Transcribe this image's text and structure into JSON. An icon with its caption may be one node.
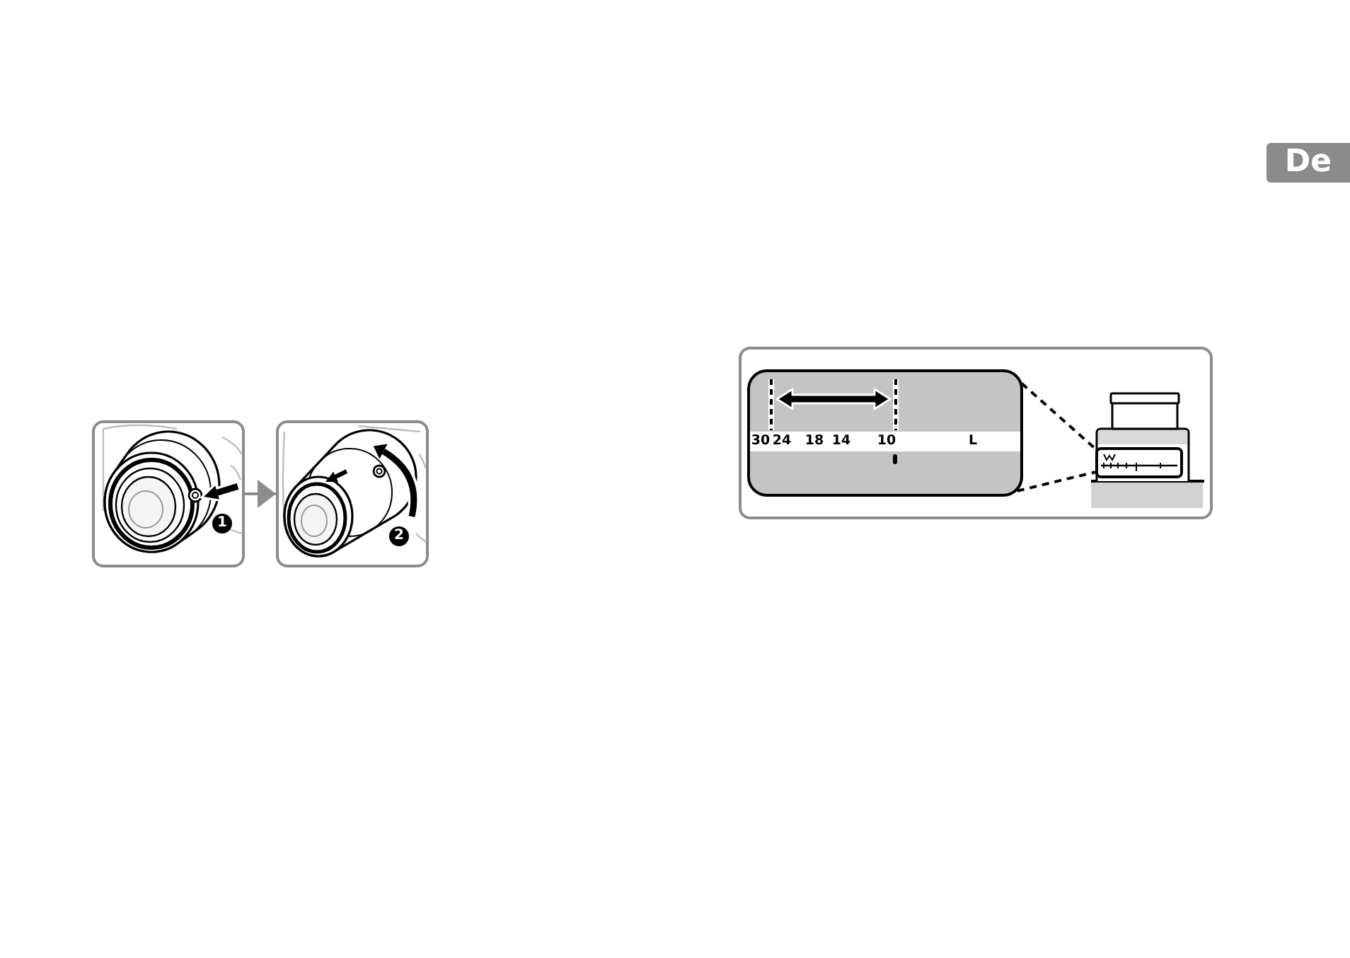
{
  "diagram": {
    "nodes": [
      {
        "text": [
          "De"
        ]
      },
      {
        "text": [],
        "shape": "picture"
      },
      {
        "text": [],
        "shape": "picture"
      },
      {
        "text": [],
        "shape": "box"
      },
      {
        "text": [
          "30",
          "24",
          "18",
          "14",
          "10",
          "L"
        ],
        "in": 3
      },
      {
        "text": [],
        "shape": "picture",
        "in": 3
      },
      {
        "text": [],
        "shape": "box",
        "in": 5
      }
    ],
    "edges": [
      {
        "from": 1,
        "to": 2,
        "arrow": "to",
        "color": "#8c8c8c"
      },
      {
        "from": 4,
        "to": 6,
        "arrow": "none",
        "style": "dashed"
      },
      {
        "from": 4,
        "to": 6,
        "arrow": "none",
        "style": "dashed"
      }
    ],
    "labels": [
      "1",
      "2"
    ]
  }
}
